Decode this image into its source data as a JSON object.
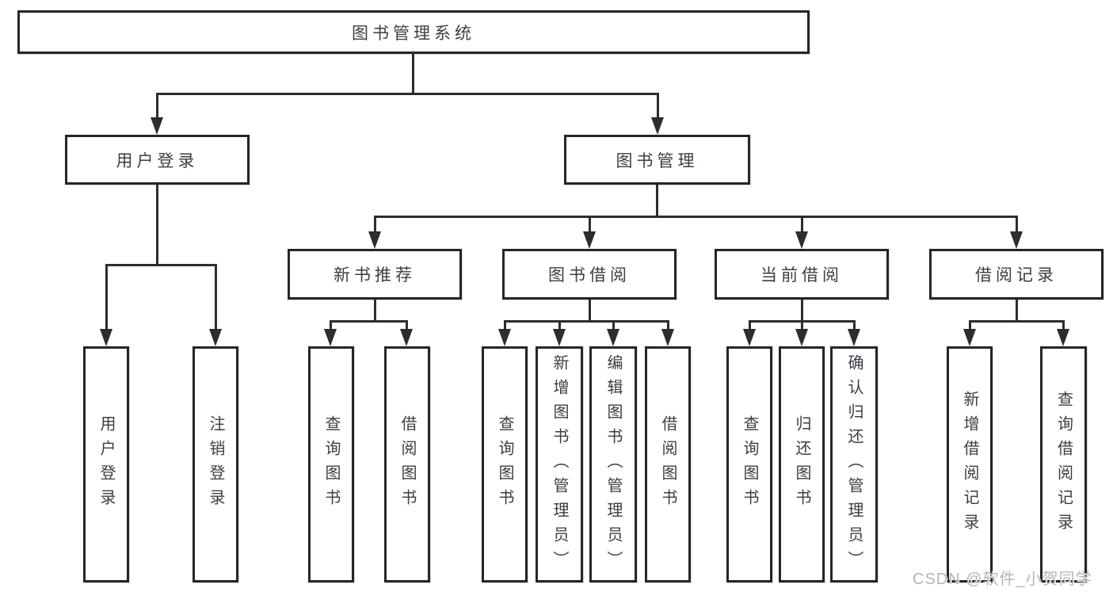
{
  "colors": {
    "line": "#2d2d2d",
    "box_border": "#262626",
    "text": "#3a3e45",
    "watermark_gray": "#b5b5b5",
    "background": "#ffffff"
  },
  "diagram": {
    "type": "hierarchy-tree",
    "title": "图书管理系统",
    "branches": [
      {
        "label": "用户登录",
        "children": [
          {
            "label": "用户登录"
          },
          {
            "label": "注销登录"
          }
        ]
      },
      {
        "label": "图书管理",
        "sections": [
          {
            "label": "新书推荐",
            "children": [
              {
                "label": "查询图书"
              },
              {
                "label": "借阅图书"
              }
            ]
          },
          {
            "label": "图书借阅",
            "children": [
              {
                "label": "查询图书"
              },
              {
                "label": "新增图书（管理员）"
              },
              {
                "label": "编辑图书（管理员）"
              },
              {
                "label": "借阅图书"
              }
            ]
          },
          {
            "label": "当前借阅",
            "children": [
              {
                "label": "查询图书"
              },
              {
                "label": "归还图书"
              },
              {
                "label": "确认归还（管理员）"
              }
            ]
          },
          {
            "label": "借阅记录",
            "children": [
              {
                "label": "新增借阅记录"
              },
              {
                "label": "查询借阅记录"
              }
            ]
          }
        ]
      }
    ]
  },
  "watermark": "CSDN @软件_小贺同学"
}
